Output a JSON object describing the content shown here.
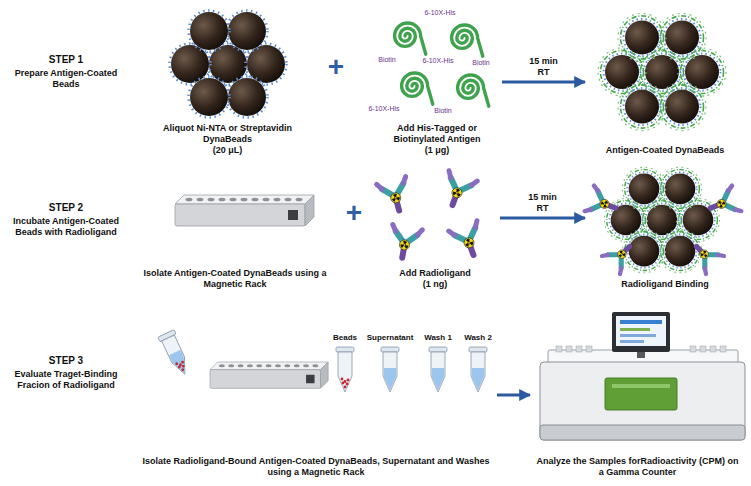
{
  "diagram": {
    "nodes": [
      {
        "text": [
          "Aliquot Ni-NTA or Streptavidin DynaBeads",
          "(20 μL)"
        ]
      },
      {
        "text": [
          "Add His-Tagged or Biotinylated Antigen",
          "(1 μg)"
        ]
      },
      {
        "text": [
          "Antigen-Coated DynaBeads"
        ]
      },
      {
        "text": [
          "Isolate Antigen-Coated DynaBeads using a Magnetic Rack"
        ]
      },
      {
        "text": [
          "Add Radioligand",
          "(1 ng)"
        ]
      },
      {
        "text": [
          "Radioligand Binding"
        ]
      },
      {
        "text": [
          "Isolate Radioligand-Bound Antigen-Coated DynaBeads, Supernatant and Washes using a Magnetic Rack"
        ]
      },
      {
        "text": [
          "Analyze the Samples forRadioactivity (CPM) on a Gamma Counter"
        ]
      }
    ],
    "edges": [
      {
        "from": 1,
        "to": 2,
        "arrow": "to",
        "label": "15 min RT"
      },
      {
        "from": 4,
        "to": 5,
        "arrow": "to",
        "label": "15 min RT"
      },
      {
        "from": 6,
        "to": 7,
        "arrow": "to"
      }
    ],
    "labels": [
      "STEP 1",
      "Prepare Antigen-Coated Beads",
      "+",
      "6-10X-His",
      "Biotin",
      "6-10X-His",
      "Biotin",
      "6-10X-His",
      "Biotin",
      "STEP 2",
      "Incubate Antigen-Coated Beads with Radioligand",
      "+",
      "STEP 3",
      "Evaluate Traget-Binding Fracion of Radioligand",
      "Beads",
      "Supernatant",
      "Wash 1",
      "Wash 2"
    ]
  }
}
